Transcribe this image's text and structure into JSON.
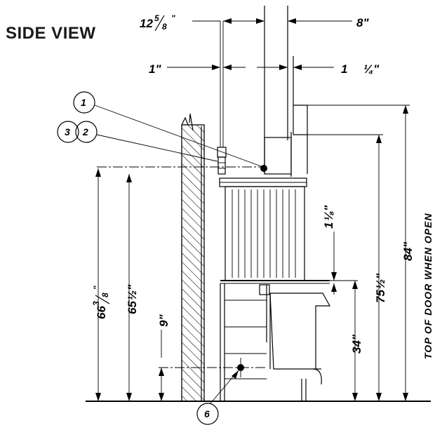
{
  "title": "SIDE VIEW",
  "dimensions": {
    "top_left_whole": "12",
    "top_left_num": "5",
    "top_left_den": "8",
    "top_right": "8\"",
    "mid_left": "1\"",
    "mid_right_whole": "1",
    "mid_right_frac": "¼\"",
    "h_66_whole": "66",
    "h_66_num": "3",
    "h_66_den": "8",
    "h_65_whole": "65",
    "h_65_frac": "½\"",
    "h_9": "9\"",
    "h_34": "34\"",
    "h_1_whole": "1",
    "h_1_frac": "⅛\"",
    "h_75_whole": "75",
    "h_75_frac": "½\"",
    "h_84": "84\""
  },
  "callouts": [
    "1",
    "3",
    "2",
    "6"
  ],
  "vertical_label": "TOP OF DOOR WHEN OPEN"
}
